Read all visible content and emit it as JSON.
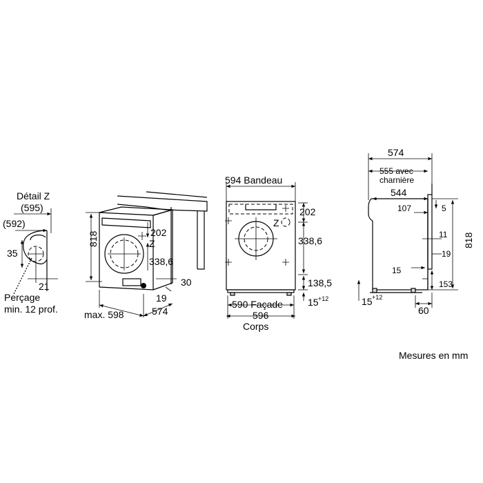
{
  "detail": {
    "title": "Détail Z",
    "w595": "(595)",
    "w592": "(592)",
    "d35": "35",
    "d21": "21",
    "drill_line1": "Perçage",
    "drill_line2": "min. 12 prof."
  },
  "iso": {
    "h818": "818",
    "d202": "202",
    "z": "Z",
    "d338": "338,6",
    "d30": "30",
    "d19": "19",
    "w598": "max. 598",
    "w574": "574"
  },
  "front": {
    "w594": "594 Bandeau",
    "d202": "202",
    "z": "Z",
    "d338": "338,6",
    "d138": "138,5",
    "d15": "15",
    "d15sup": "+12",
    "w590": "590 Façade",
    "w596": "596",
    "corps": "Corps"
  },
  "side": {
    "w574": "574",
    "w555_line1": "555 avec",
    "w555_line2": "charnière",
    "w544": "544",
    "d5": "5",
    "d107": "107",
    "d11": "11",
    "d19": "19",
    "h818": "818",
    "d15": "15",
    "d153": "153",
    "d15b": "15",
    "d15bsup": "+12",
    "d60": "60"
  },
  "units_note": "Mesures en mm"
}
